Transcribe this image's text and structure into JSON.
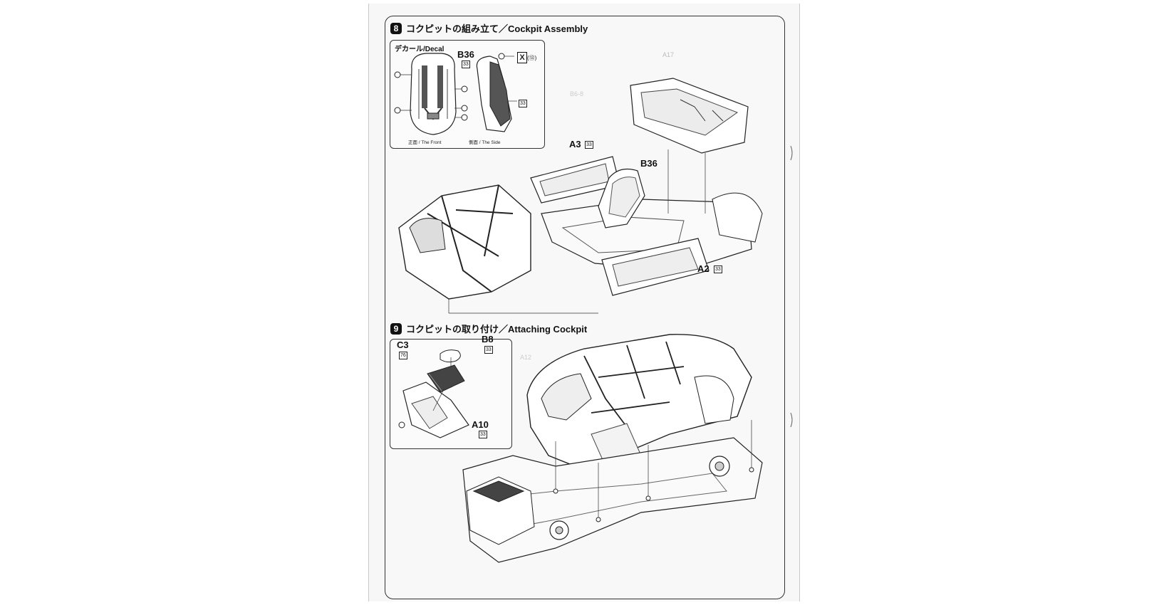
{
  "step8": {
    "number": "8",
    "title": "コクピットの組み立て／Cockpit Assembly",
    "decal_box": {
      "heading": "デカール/Decal",
      "front_caption": "正面 / The Front",
      "side_caption": "側面 / The Side",
      "part_label": "B36",
      "part_tag": "33",
      "x_mark": "X",
      "x_mark_note": "(⑬)",
      "side_callout_tag": "33"
    },
    "parts": [
      {
        "label": "A3",
        "tag": "33"
      },
      {
        "label": "B36",
        "tag": ""
      },
      {
        "label": "A2",
        "tag": "33"
      }
    ]
  },
  "step9": {
    "number": "9",
    "title": "コクピットの取り付け／Attaching Cockpit",
    "inset_parts": [
      {
        "label": "C3",
        "tag": "76"
      },
      {
        "label": "B8",
        "tag": "33"
      },
      {
        "label": "A10",
        "tag": "33"
      }
    ]
  }
}
